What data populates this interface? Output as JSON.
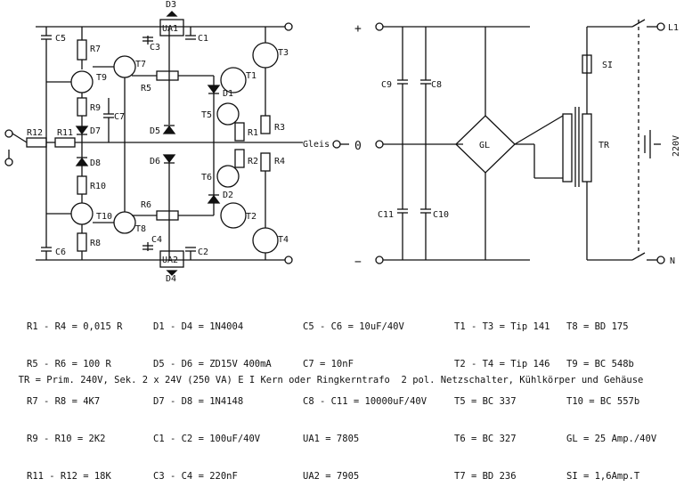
{
  "labels": {
    "R12": "R12",
    "R11": "R11",
    "R7": "R7",
    "R8": "R8",
    "R9": "R9",
    "R10": "R10",
    "T9": "T9",
    "T10": "T10",
    "T7": "T7",
    "T8": "T8",
    "T5": "T5",
    "T6": "T6",
    "T1": "T1",
    "T2": "T2",
    "T3": "T3",
    "T4": "T4",
    "R5": "R5",
    "R6": "R6",
    "R1": "R1",
    "R2": "R2",
    "R3": "R3",
    "R4": "R4",
    "C5": "C5",
    "C6": "C6",
    "C7": "C7",
    "C3": "C3",
    "C1": "C1",
    "C4": "C4",
    "C2": "C2",
    "UA1": "UA1",
    "UA2": "UA2",
    "D1": "D1",
    "D2": "D2",
    "D3": "D3",
    "D4": "D4",
    "D5": "D5",
    "D6": "D6",
    "D7": "D7",
    "D8": "D8",
    "gleis": "Gleis",
    "zero": "0",
    "plus": "+",
    "minus": "−",
    "C9": "C9",
    "C8": "C8",
    "C11": "C11",
    "C10": "C10",
    "GL": "GL",
    "TR": "TR",
    "SI": "SI",
    "L1": "L1",
    "N": "N",
    "v220": "220V"
  },
  "parts": {
    "col1": [
      "R1 - R4 = 0,015 R",
      "R5 - R6 = 100 R",
      "R7 - R8 = 4K7",
      "R9 - R10 = 2K2",
      "R11 - R12 = 18K"
    ],
    "col2": [
      "D1 - D4 = 1N4004",
      "D5 - D6 = ZD15V 400mA",
      "D7 - D8 = 1N4148",
      "C1 - C2 = 100uF/40V",
      "C3 - C4 = 220nF"
    ],
    "col3": [
      "C5 - C6 = 10uF/40V",
      "C7 = 10nF",
      "C8 - C11 = 10000uF/40V",
      "UA1 = 7805",
      "UA2 = 7905"
    ],
    "col4": [
      "T1 - T3 = Tip 141",
      "T2 - T4 = Tip 146",
      "T5 = BC 337",
      "T6 = BC 327",
      "T7 = BD 236"
    ],
    "col5": [
      "T8 = BD 175",
      "T9 = BC 548b",
      "T10 = BC 557b",
      "GL = 25 Amp./40V",
      "SI = 1,6Amp.T"
    ]
  },
  "footer": {
    "tr": "TR = Prim. 240V, Sek. 2 x 24V (250 VA) E I Kern oder Ringkerntrafo",
    "extras": "2 pol. Netzschalter, Kühlkörper und Gehäuse"
  }
}
